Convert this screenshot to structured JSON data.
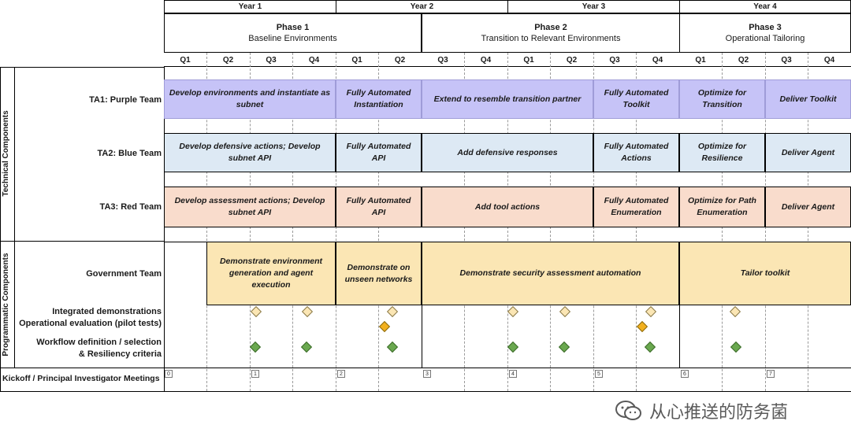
{
  "years": [
    "Year 1",
    "Year 2",
    "Year 3",
    "Year 4"
  ],
  "phases": [
    {
      "title": "Phase 1",
      "subtitle": "Baseline Environments"
    },
    {
      "title": "Phase 2",
      "subtitle": "Transition to Relevant Environments"
    },
    {
      "title": "Phase 3",
      "subtitle": "Operational Tailoring"
    }
  ],
  "quarters": [
    "Q1",
    "Q2",
    "Q3",
    "Q4",
    "Q1",
    "Q2",
    "Q3",
    "Q4",
    "Q1",
    "Q2",
    "Q3",
    "Q4",
    "Q1",
    "Q2",
    "Q3",
    "Q4"
  ],
  "sections": {
    "technical": "Technical Components",
    "programmatic": "Programmatic Components"
  },
  "rows": {
    "ta1": "TA1: Purple Team",
    "ta2": "TA2: Blue Team",
    "ta3": "TA3: Red Team",
    "gov": "Government Team",
    "integrated": "Integrated demonstrations",
    "operational": "Operational evaluation (pilot tests)",
    "workflow1": "Workflow definition / selection",
    "workflow2": "& Resiliency criteria",
    "kickoff": "Kickoff / Principal Investigator Meetings"
  },
  "ta1_bars": [
    "Develop environments and instantiate  as subnet",
    "Fully Automated Instantiation",
    "Extend to resemble transition partner",
    "Fully Automated Toolkit",
    "Optimize for Transition",
    "Deliver Toolkit"
  ],
  "ta2_bars": [
    "Develop defensive actions;  Develop subnet API",
    "Fully Automated API",
    "Add defensive responses",
    "Fully Automated Actions",
    "Optimize for Resilience",
    "Deliver Agent"
  ],
  "ta3_bars": [
    "Develop assessment actions; Develop subnet API",
    "Fully Automated API",
    "Add tool actions",
    "Fully Automated Enumeration",
    "Optimize for Path Enumeration",
    "Deliver Agent"
  ],
  "gov_bars": [
    "Demonstrate environment generation and  agent execution",
    "Demonstrate on unseen networks",
    "Demonstrate security assessment automation",
    "Tailor toolkit"
  ],
  "kickoff_markers": [
    "0",
    "1",
    "2",
    "3",
    "4",
    "5",
    "6",
    "7"
  ],
  "colors": {
    "purple": "#c6c3f7",
    "blue": "#dde9f4",
    "red": "#f9dccc",
    "gov": "#fbe6b4",
    "diamond_light": "#fbe6b4",
    "diamond_orange": "#f2b01e",
    "diamond_green": "#6aa84f"
  },
  "watermark": "从心推送的防务菌"
}
